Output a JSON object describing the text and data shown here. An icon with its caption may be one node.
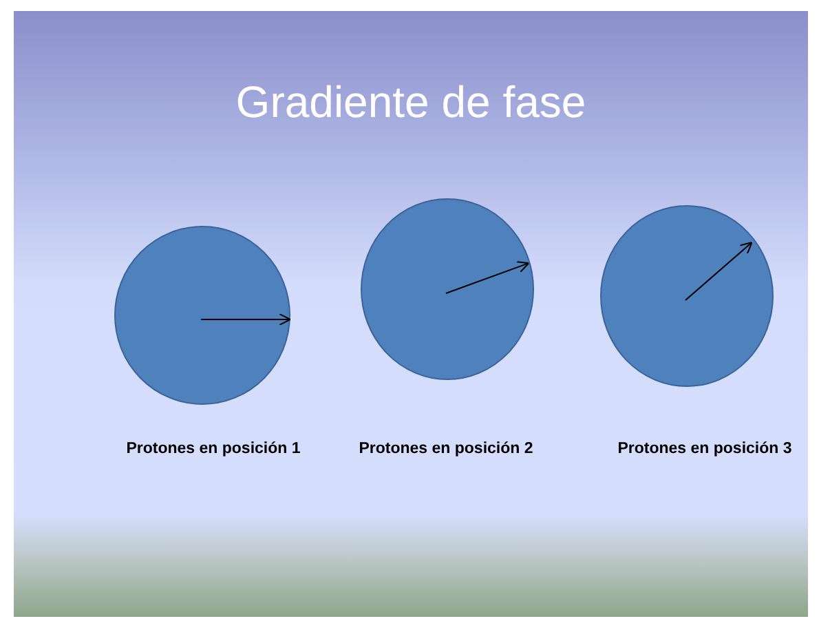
{
  "diagram": {
    "title": "Gradiente de fase",
    "nodes": [
      {
        "text": [],
        "shape": "circle",
        "beside": [
          "Protones en posición 1"
        ]
      },
      {
        "text": [],
        "shape": "circle",
        "beside": [
          "Protones en posición 2"
        ]
      },
      {
        "text": [],
        "shape": "circle",
        "beside": [
          "Protones en posición 3"
        ]
      }
    ]
  }
}
